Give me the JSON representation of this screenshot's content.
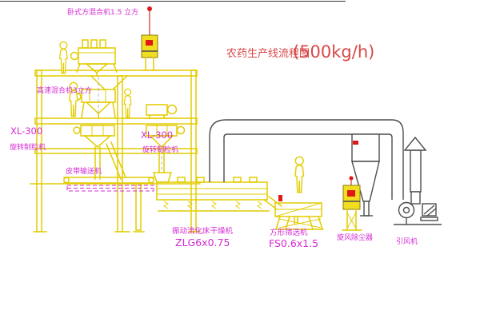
{
  "title": {
    "text": "农药生产线流程图",
    "capacity": "(500kg/h)"
  },
  "labels": {
    "square_mixer": "卧式方混合机1.5 立方",
    "high_speed_mixer": "高速混合机3立方",
    "granulator_left_model": "XL-300",
    "granulator_left_name": "旋转制粒机",
    "granulator_mid_model": "XL-300",
    "granulator_mid_name": "旋转制粒机",
    "belt_conveyor": "皮带输送机",
    "dryer_name": "振动流化床干燥机",
    "dryer_model": "ZLG6x0.75",
    "sieve_name": "方形筛选机",
    "sieve_model": "FS0.6x1.5",
    "cyclone": "旋风除尘器",
    "fan": "引风机"
  },
  "colors": {
    "drawing": "#e2cc00",
    "duct": "#4d4d4d",
    "label": "#d42bd4",
    "title": "#d94848",
    "alert": "#e01818"
  }
}
